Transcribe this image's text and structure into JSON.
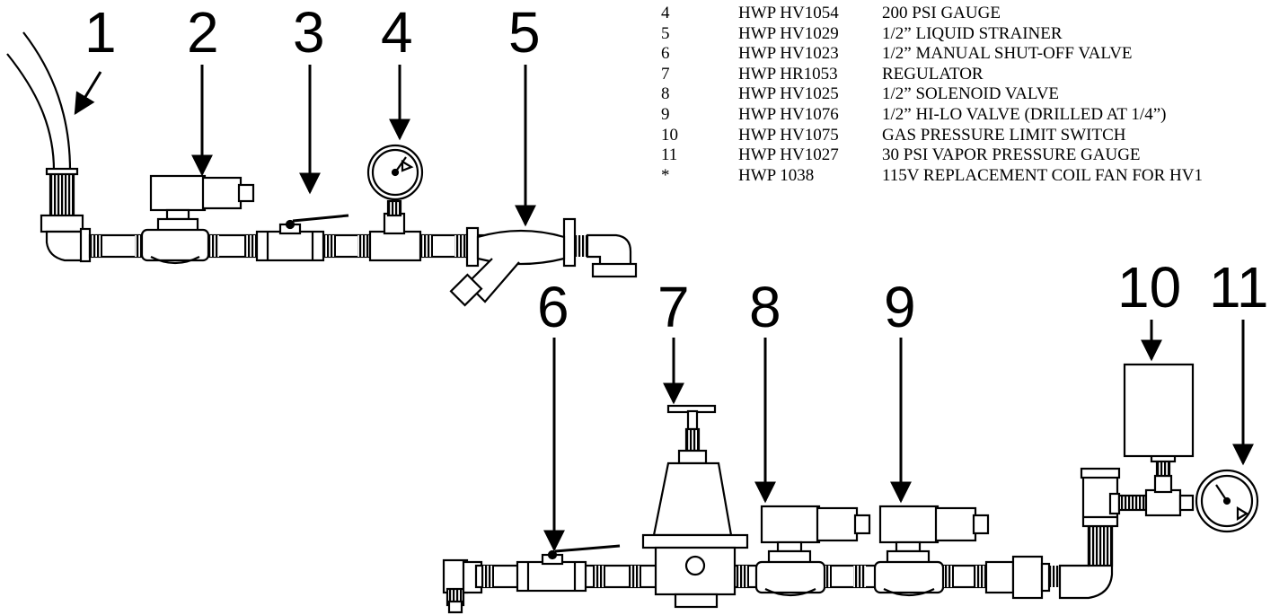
{
  "callouts": [
    "1",
    "2",
    "3",
    "4",
    "5",
    "6",
    "7",
    "8",
    "9",
    "10",
    "11"
  ],
  "parts": [
    {
      "num": "4",
      "code": "HWP HV1054",
      "desc": "200 PSI GAUGE"
    },
    {
      "num": "5",
      "code": "HWP HV1029",
      "desc": "1/2” LIQUID STRAINER"
    },
    {
      "num": "6",
      "code": "HWP HV1023",
      "desc": "1/2” MANUAL SHUT-OFF VALVE"
    },
    {
      "num": "7",
      "code": "HWP HR1053",
      "desc": "REGULATOR"
    },
    {
      "num": "8",
      "code": "HWP HV1025",
      "desc": "1/2” SOLENOID VALVE"
    },
    {
      "num": "9",
      "code": "HWP HV1076",
      "desc": "1/2” HI-LO VALVE (DRILLED AT 1/4”)"
    },
    {
      "num": "10",
      "code": "HWP HV1075",
      "desc": "GAS PRESSURE LIMIT SWITCH"
    },
    {
      "num": "11",
      "code": "HWP HV1027",
      "desc": "30 PSI VAPOR PRESSURE GAUGE"
    },
    {
      "num": "*",
      "code": "HWP 1038",
      "desc": "115V REPLACEMENT COIL FAN FOR HV1"
    }
  ]
}
